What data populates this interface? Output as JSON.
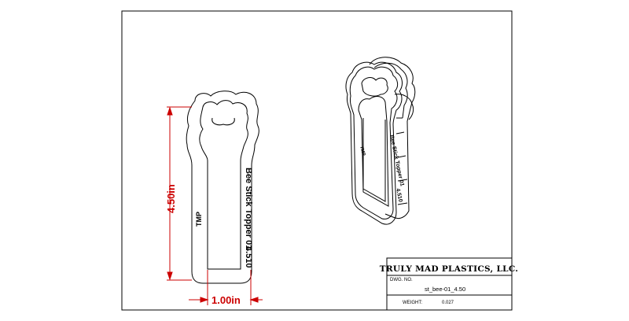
{
  "drawing": {
    "height_dimension": "4.50in",
    "width_dimension": "1.00in",
    "front_view_text_main": "Bee Stick Topper 01",
    "front_view_text_code": "4.510",
    "front_view_tmp": "TMP",
    "iso_view_text_main": "Bee Stick Topper 01",
    "iso_view_text_code": "4.510",
    "iso_view_tmp": "TMP"
  },
  "title_block": {
    "company": "TRULY MAD PLASTICS, LLC.",
    "dwg_no_label": "DWG.  NO.",
    "dwg_no_value": "st_bee-01_4.50",
    "weight_label": "WEIGHT:",
    "weight_value": "0.027"
  },
  "colors": {
    "dimension_red": "#cc0000",
    "line_black": "#000000"
  }
}
